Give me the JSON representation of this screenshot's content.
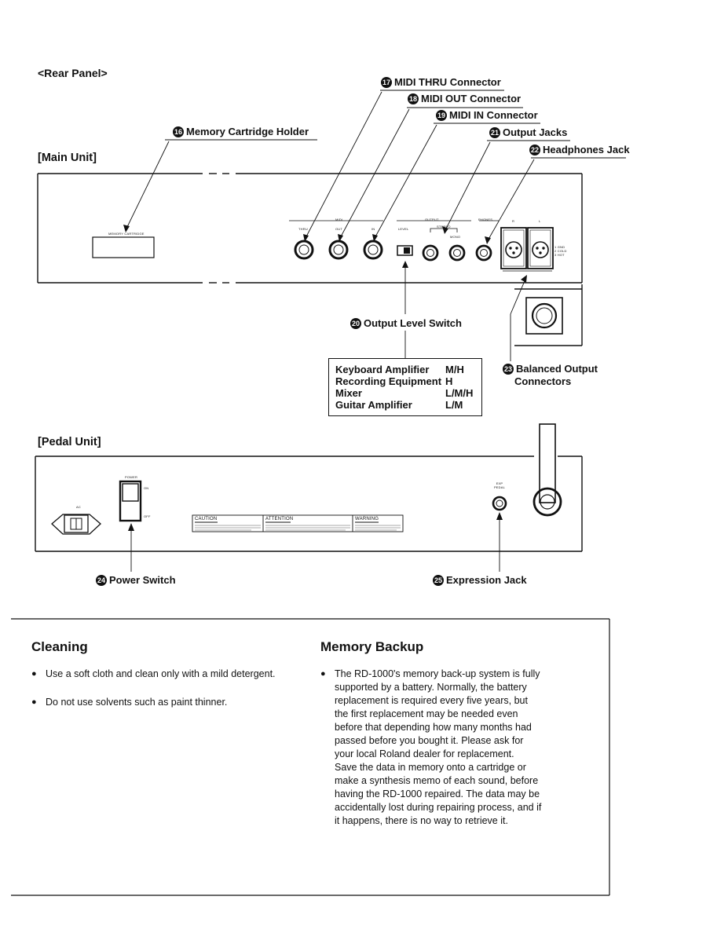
{
  "rear_panel_title": "<Rear Panel>",
  "main_unit_label": "[Main Unit]",
  "pedal_unit_label": "[Pedal Unit]",
  "callouts": {
    "c16": {
      "num": "16",
      "text": "Memory Cartridge Holder"
    },
    "c17": {
      "num": "17",
      "text": "MIDI THRU Connector"
    },
    "c18": {
      "num": "18",
      "text": "MIDI OUT Connector"
    },
    "c19": {
      "num": "19",
      "text": "MIDI IN Connector"
    },
    "c20": {
      "num": "20",
      "text": "Output Level Switch"
    },
    "c21": {
      "num": "21",
      "text": "Output Jacks"
    },
    "c22": {
      "num": "22",
      "text": "Headphones Jack"
    },
    "c23": {
      "num": "23",
      "text": "Balanced Output",
      "text2": "Connectors"
    },
    "c24": {
      "num": "24",
      "text": "Power Switch"
    },
    "c25": {
      "num": "25",
      "text": "Expression Jack"
    }
  },
  "level_table": [
    {
      "device": "Keyboard Amplifier",
      "level": "M/H"
    },
    {
      "device": "Recording Equipment",
      "level": "H"
    },
    {
      "device": "Mixer",
      "level": "L/M/H"
    },
    {
      "device": "Guitar Amplifier",
      "level": "L/M"
    }
  ],
  "panel_text": {
    "memory_cartridge": "MEMORY CARTRIDGE",
    "midi": "MIDI",
    "thru": "THRU",
    "out": "OUT",
    "in": "IN",
    "output": "OUTPUT",
    "level": "LEVEL",
    "stereo": "STEREO",
    "mono": "MONO",
    "phones": "PHONES",
    "r": "R",
    "l": "L",
    "pin_legend": [
      "1 GND",
      "2 COLD",
      "3 HOT"
    ],
    "power": "POWER",
    "on": "ON",
    "off": "OFF",
    "ac": "AC",
    "exp_pedal": "EXP PEDAL",
    "caution": "CAUTION",
    "attention": "ATTENTION",
    "warning": "WARNING"
  },
  "cleaning": {
    "title": "Cleaning",
    "bullets": [
      "Use a soft cloth and clean only with a mild detergent.",
      "Do not use solvents such as paint thinner."
    ]
  },
  "memory_backup": {
    "title": "Memory Backup",
    "lines": [
      "The RD-1000's memory back-up system is fully",
      "supported by a battery. Normally, the battery",
      "replacement is required every five years, but",
      "the first replacement may be needed even",
      "before that depending how many months had",
      "passed before you bought it. Please ask for",
      "your local Roland dealer for replacement.",
      "Save the data in memory onto a cartridge or",
      "make a synthesis memo of each sound, before",
      "having the RD-1000 repaired. The data may be",
      "accidentally lost during repairing process, and if",
      "it happens, there is no way to retrieve it."
    ]
  }
}
